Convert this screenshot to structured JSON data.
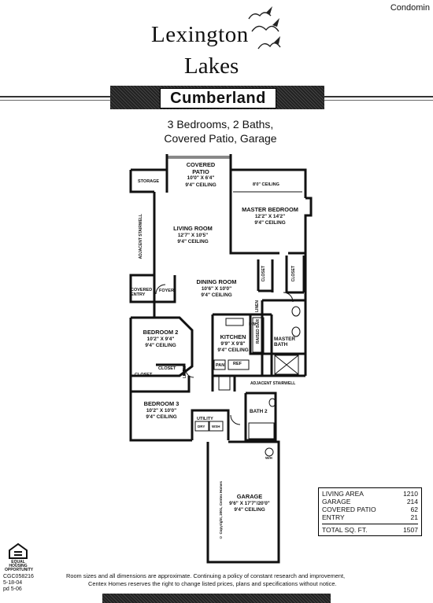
{
  "header": {
    "corner_label": "Condomin",
    "logo_line1": "Lexington",
    "logo_line2": "Lakes",
    "model_name": "Cumberland",
    "subtitle_line1": "3 Bedrooms, 2 Baths,",
    "subtitle_line2": "Covered Patio, Garage"
  },
  "rooms": {
    "covered_patio": {
      "name": "COVERED\nPATIO",
      "dims": "10'0\" X 6'4\"",
      "ceiling": "9'4\" CEILING"
    },
    "storage": {
      "name": "STORAGE"
    },
    "master_ceiling": "8'0\" CEILING",
    "master_bedroom": {
      "name": "MASTER BEDROOM",
      "dims": "12'2\" X 14'2\"",
      "ceiling": "9'4\" CEILING"
    },
    "living_room": {
      "name": "LIVING ROOM",
      "dims": "12'7\" X 10'5\"",
      "ceiling": "9'4\" CEILING"
    },
    "adjacent_stairwell_v": "ADJACENT STAIRWELL",
    "dining_room": {
      "name": "DINING ROOM",
      "dims": "10'6\" X 10'0\"",
      "ceiling": "9'4\" CEILING"
    },
    "covered_entry": "COVERED\nENTRY",
    "foyer": "FOYER",
    "closet_master1": "CLOSET",
    "closet_master2": "CLOSET",
    "linen": "LINEN",
    "master_bath": "MASTER\nBATH",
    "bedroom2": {
      "name": "BEDROOM 2",
      "dims": "10'2\" X 9'4\"",
      "ceiling": "9'4\" CEILING"
    },
    "kitchen": {
      "name": "KITCHEN",
      "dims": "9'9\" X 9'8\"",
      "ceiling": "9'4\" CEILING"
    },
    "dw": "DW",
    "pan": "PAN",
    "ref": "REF",
    "raised_bar": "RAISED BAR",
    "closet_b2": "CLOSET",
    "closet_b3": "CLOSET",
    "linen2": "LINEN",
    "adjacent_stairwell_h": "ADJACENT STAIRWELL",
    "bedroom3": {
      "name": "BEDROOM 3",
      "dims": "10'2\" X 10'0\"",
      "ceiling": "9'4\" CEILING"
    },
    "bath2": "BATH 2",
    "utility": "UTILITY",
    "dry": "DRY",
    "wsh": "WSH",
    "wh": "W/H",
    "garage": {
      "name": "GARAGE",
      "dims": "9'6\" X 17'7\"/20'0\"",
      "ceiling": "9'4\" CEILING"
    },
    "copyright": "© Copyright, 2001, Centex Homes"
  },
  "area_table": {
    "rows": [
      {
        "label": "LIVING AREA",
        "value": "1210"
      },
      {
        "label": "GARAGE",
        "value": "214"
      },
      {
        "label": "COVERED PATIO",
        "value": "62"
      },
      {
        "label": "ENTRY",
        "value": "21"
      }
    ],
    "total_label": "TOTAL SQ. FT.",
    "total_value": "1507"
  },
  "footer": {
    "eho": "EQUAL HOUSING\nOPPORTUNITY",
    "code1": "CGC058216",
    "code2": "5-18-04",
    "code3": "pd 5-06",
    "note_line1": "Room sizes and all dimensions are approximate. Continuing a policy of constant research and improvement,",
    "note_line2": "Centex Homes reserves the right to change listed prices, plans and specifications without notice."
  }
}
